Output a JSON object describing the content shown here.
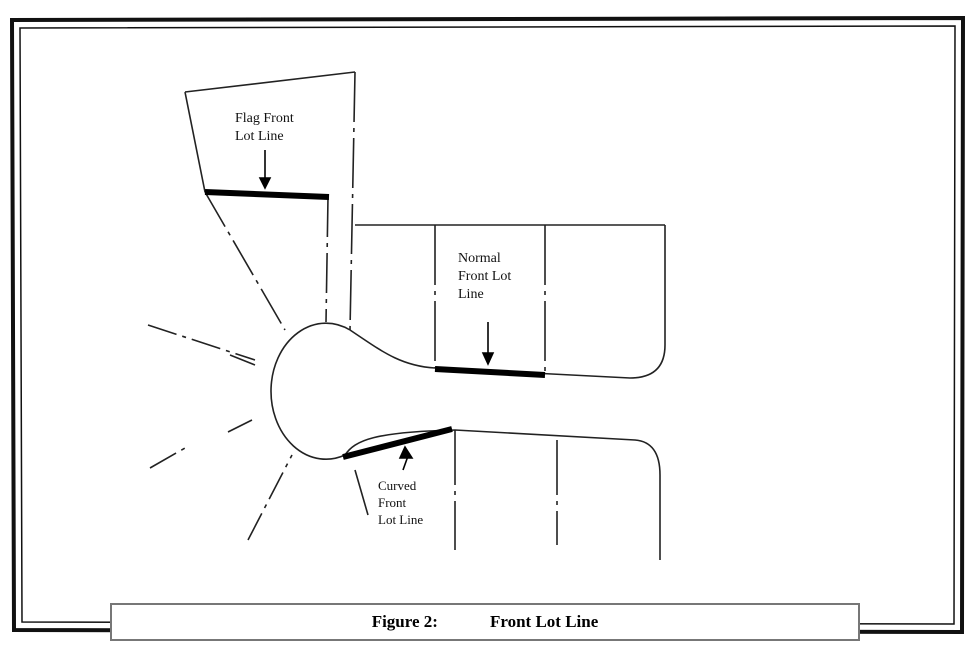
{
  "labels": {
    "flag": [
      "Flag Front",
      "Lot Line"
    ],
    "normal": [
      "Normal",
      "Front Lot",
      "Line"
    ],
    "curved": [
      "Curved",
      "Front",
      "Lot Line"
    ]
  },
  "caption": {
    "number": "Figure 2:",
    "title": "Front Lot Line"
  }
}
